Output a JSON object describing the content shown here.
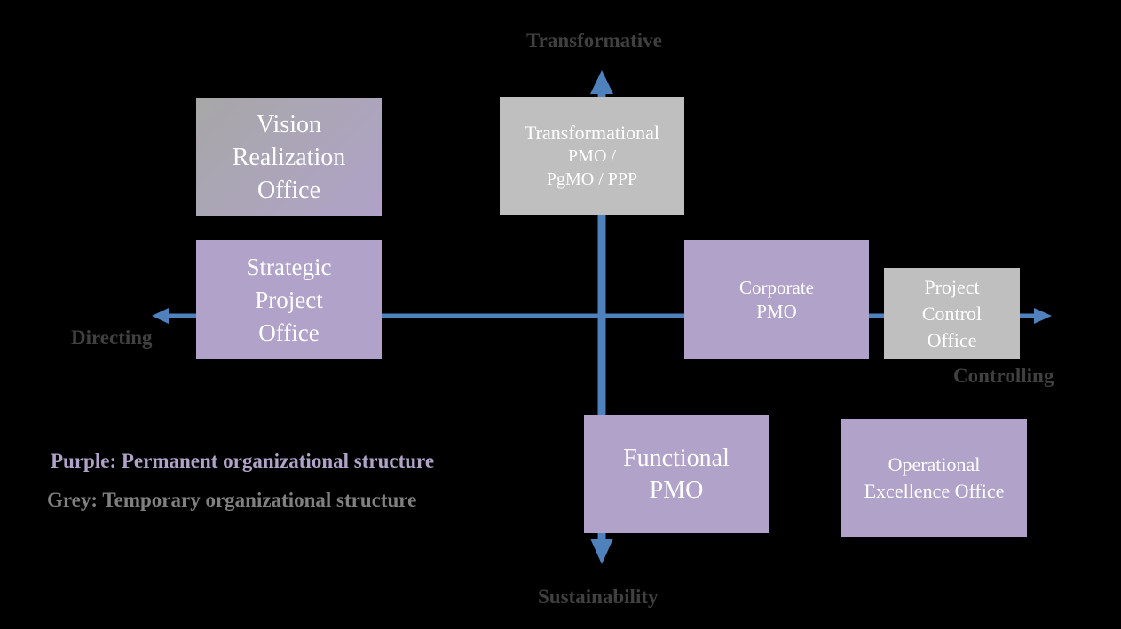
{
  "axes": {
    "top_label": "Transformative",
    "bottom_label": "Sustainability",
    "left_label": "Directing",
    "right_label": "Controlling",
    "color": "#4f81bd"
  },
  "boxes": [
    {
      "id": "vision",
      "lines": [
        "Vision",
        "Realization",
        "Office"
      ],
      "structure": "gradient"
    },
    {
      "id": "strategic",
      "lines": [
        "Strategic",
        "Project",
        "Office"
      ],
      "structure": "permanent"
    },
    {
      "id": "transformational",
      "lines": [
        "Transformational",
        "PMO /",
        "PgMO / PPP"
      ],
      "structure": "temporary"
    },
    {
      "id": "corporate",
      "lines": [
        "Corporate",
        "PMO"
      ],
      "structure": "permanent"
    },
    {
      "id": "pco",
      "lines": [
        "Project",
        "Control",
        "Office"
      ],
      "structure": "temporary"
    },
    {
      "id": "functional",
      "lines": [
        "Functional",
        "PMO"
      ],
      "structure": "permanent"
    },
    {
      "id": "opex",
      "lines": [
        "Operational",
        "Excellence Office"
      ],
      "structure": "permanent"
    }
  ],
  "legend": {
    "purple": "Purple: Permanent organizational structure",
    "grey": "Grey: Temporary organizational structure"
  },
  "colors": {
    "permanent": "#b0a2c8",
    "temporary": "#bfbfbf",
    "background": "#000000",
    "axis_label": "#404040"
  }
}
